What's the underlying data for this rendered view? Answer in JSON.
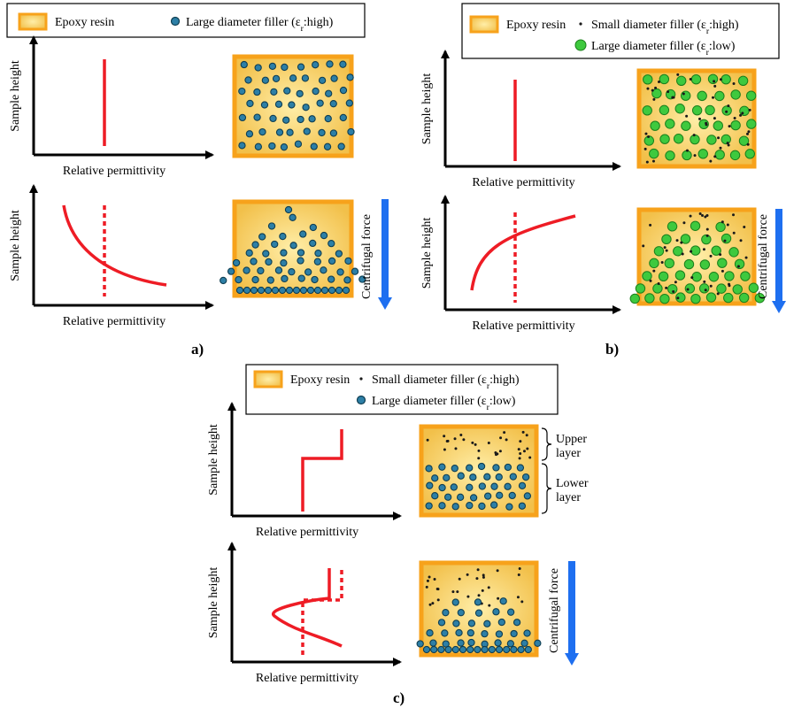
{
  "colors": {
    "resin_fill_center": "#ffeea8",
    "resin_fill_edge": "#f2c04a",
    "resin_border": "#f7a21b",
    "curve": "#ee1c25",
    "arrow": "#1e6ff0",
    "large_filler_fill": "#2d7fa6",
    "large_filler_stroke": "#0f3e52",
    "green_filler_fill": "#3ec93e",
    "green_filler_stroke": "#1b7f1b",
    "small_filler": "#1a1a1a"
  },
  "legends": {
    "a": {
      "items": [
        {
          "swatch": "epoxy-resin",
          "pre": "Epoxy resin",
          "sub": "",
          "post": ""
        },
        {
          "swatch": "large-filler-blue",
          "pre": "Large diameter filler (ε",
          "sub": "r",
          "post": ":high)"
        }
      ]
    },
    "b": {
      "items": [
        {
          "swatch": "epoxy-resin",
          "pre": "Epoxy resin",
          "sub": "",
          "post": ""
        },
        {
          "swatch": "small-filler",
          "pre": "Small diameter filler (ε",
          "sub": "r",
          "post": ":high)"
        },
        {
          "swatch": "large-filler-green",
          "pre": "Large diameter filler (ε",
          "sub": "r",
          "post": ":low)"
        }
      ]
    },
    "c": {
      "items": [
        {
          "swatch": "epoxy-resin",
          "pre": "Epoxy resin",
          "sub": "",
          "post": ""
        },
        {
          "swatch": "small-filler",
          "pre": "Small diameter filler (ε",
          "sub": "r",
          "post": ":high)"
        },
        {
          "swatch": "large-filler-blue",
          "pre": "Large diameter filler (ε",
          "sub": "r",
          "post": ":low)"
        }
      ]
    }
  },
  "axis_labels": {
    "y": "Sample height",
    "x": "Relative permittivity"
  },
  "force_label": "Centrifugal force",
  "layer_labels": {
    "upper": [
      "Upper",
      "layer"
    ],
    "lower": [
      "Lower",
      "layer"
    ]
  },
  "panel_labels": {
    "a": "a)",
    "b": "b)",
    "c": "c)"
  }
}
